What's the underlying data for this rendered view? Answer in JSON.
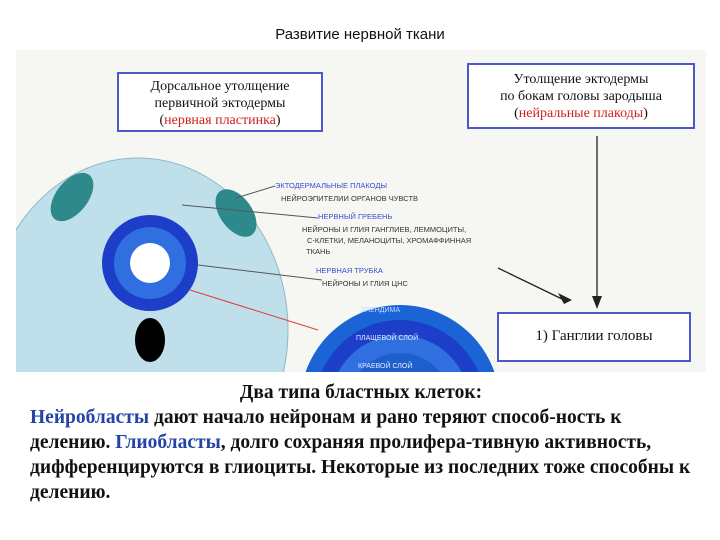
{
  "title": "Развитие нервной ткани",
  "box_left": {
    "line1": "Дорсальное утолщение",
    "line2": "первичной эктодермы",
    "open": "(",
    "highlight": "нервная пластинка",
    "close": ")"
  },
  "box_right": {
    "line1": "Утолщение эктодермы",
    "line2": "по бокам головы зародыша",
    "open": "(",
    "highlight": "нейральные плакоды",
    "close": ")"
  },
  "box_ganglia": {
    "label": "1) Ганглии головы"
  },
  "diagram_labels": {
    "ectoderm_placodes": "ЭКТОДЕРМАЛЬНЫЕ ПЛАКОДЫ",
    "neuroepithelium": "НЕЙРОЭПИТЕЛИИ ОРГАНОВ ЧУВСТВ",
    "neural_crest": "НЕРВНЫЙ ГРЕБЕНЬ",
    "crest_line1": "НЕЙРОНЫ И ГЛИЯ ГАНГЛИЕВ, ЛЕММОЦИТЫ,",
    "crest_line2": "С-КЛЕТКИ, МЕЛАНОЦИТЫ, ХРОМАФФИННАЯ",
    "crest_line3": "ТКАНЬ",
    "neural_tube": "НЕРВНАЯ ТРУБКА",
    "tube_cells": "НЕЙРОНЫ И ГЛИЯ ЦНС",
    "layer1": "ЭПЕНДИМА",
    "layer2": "ПЛАЩЕВОЙ СЛОЙ",
    "layer3": "КРАЕВОЙ СЛОЙ"
  },
  "text": {
    "heading": "Два типа бластных клеток:",
    "neuroblasts": "Нейробласты",
    "part1": " дают начало нейронам и рано теряют способ-ность к делению. ",
    "glioblasts": "Глиобласты",
    "part2": ", долго сохраняя пролифера-тивную активность, дифференцируются в глиоциты. Некоторые из последних тоже способны к делению."
  },
  "colors": {
    "embryo": "#bfe0ea",
    "placode": "#2e8a8a",
    "tube_dark": "#1d3ec8",
    "tube_mid": "#2f6fe0",
    "notochord": "#000000",
    "label_blue": "#3a4fd0",
    "highlight_red": "#d02020",
    "text_highlight": "#2343a8"
  }
}
